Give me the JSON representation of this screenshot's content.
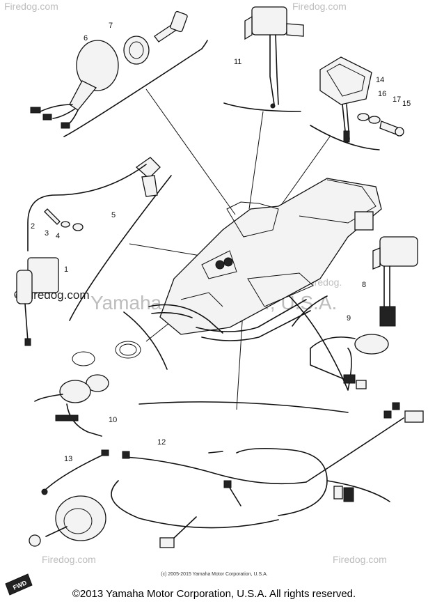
{
  "watermarks": {
    "brand": "Firedog.com",
    "brand_short": "Firedog.",
    "center": "Yamaha Motor Corp., U.S.A."
  },
  "fwd_label": "FWD",
  "small_copyright": "(c) 2005-2015 Yamaha Motor Corporation, U.S.A.",
  "copyright": "©2013 Yamaha Motor Corporation, U.S.A. All rights reserved.",
  "part_numbers": {
    "p1": "1",
    "p2": "2",
    "p3": "3",
    "p4": "4",
    "p5": "5",
    "p6": "6",
    "p7": "7",
    "p8": "8",
    "p9": "9",
    "p10": "10",
    "p11": "11",
    "p12": "12",
    "p13": "13",
    "p14": "14",
    "p15": "15",
    "p16": "16",
    "p17": "17"
  }
}
